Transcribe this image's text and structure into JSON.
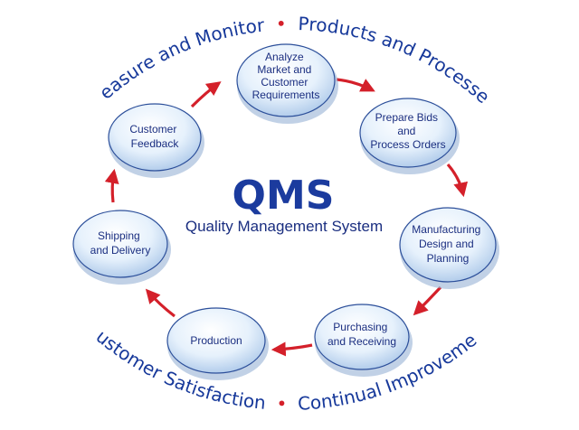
{
  "center": {
    "title": "QMS",
    "subtitle": "Quality Management System"
  },
  "outer_text": {
    "top_left": "Measure and Monitor",
    "top_right": "Products and Processes",
    "bottom_left": "Customer Satisfaction",
    "bottom_right": "Continual Improvement"
  },
  "nodes": [
    {
      "id": "analyze",
      "lines": [
        "Analyze",
        "Market and",
        "Customer",
        "Requirements"
      ]
    },
    {
      "id": "bids",
      "lines": [
        "Prepare Bids",
        "and",
        "Process Orders"
      ]
    },
    {
      "id": "manufacturing",
      "lines": [
        "Manufacturing",
        "Design and",
        "Planning"
      ]
    },
    {
      "id": "purchasing",
      "lines": [
        "Purchasing",
        "and Receiving"
      ]
    },
    {
      "id": "production",
      "lines": [
        "Production"
      ]
    },
    {
      "id": "shipping",
      "lines": [
        "Shipping",
        "and Delivery"
      ]
    },
    {
      "id": "feedback",
      "lines": [
        "Customer",
        "Feedback"
      ]
    }
  ],
  "colors": {
    "text_blue": "#16389a",
    "arrow_red": "#d4202a",
    "node_fill": "#e8f2fc",
    "node_edge": "#2c4f9a"
  }
}
